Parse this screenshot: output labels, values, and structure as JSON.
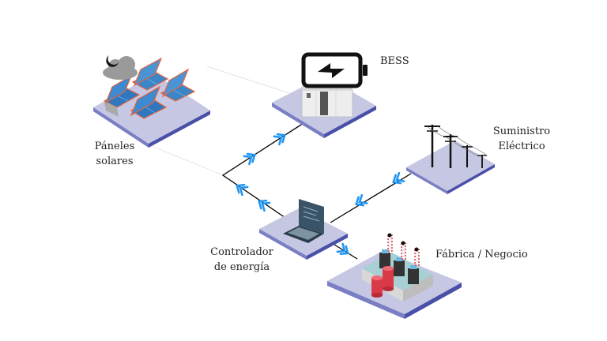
{
  "diagram": {
    "nodes": {
      "solar": {
        "label_line1": "Páneles",
        "label_line2": "solares",
        "icon": "solar-panels-icon"
      },
      "bess": {
        "label": "BESS",
        "icon": "battery-charging-icon"
      },
      "grid": {
        "label_line1": "Suministro",
        "label_line2": "Eléctrico",
        "icon": "power-lines-icon"
      },
      "controller": {
        "label_line1": "Controlador",
        "label_line2": "de energía",
        "icon": "laptop-icon"
      },
      "factory": {
        "label": "Fábrica / Negocio",
        "icon": "factory-icon"
      }
    },
    "connections": [
      {
        "from": "controller",
        "to": "bess",
        "direction": "toward bess"
      },
      {
        "from": "bess",
        "to": "controller",
        "direction": "toward controller"
      },
      {
        "from": "grid",
        "to": "controller",
        "direction": "toward controller"
      },
      {
        "from": "controller",
        "to": "factory",
        "direction": "toward factory"
      }
    ],
    "colors": {
      "platform_top": "#c5c7e3",
      "platform_edge": "#4a4fa8",
      "arrow": "#2196f3",
      "line": "#000000",
      "panel_blue": "#3a86c8",
      "panel_frame": "#e8623a",
      "factory_red": "#d93a48"
    }
  }
}
